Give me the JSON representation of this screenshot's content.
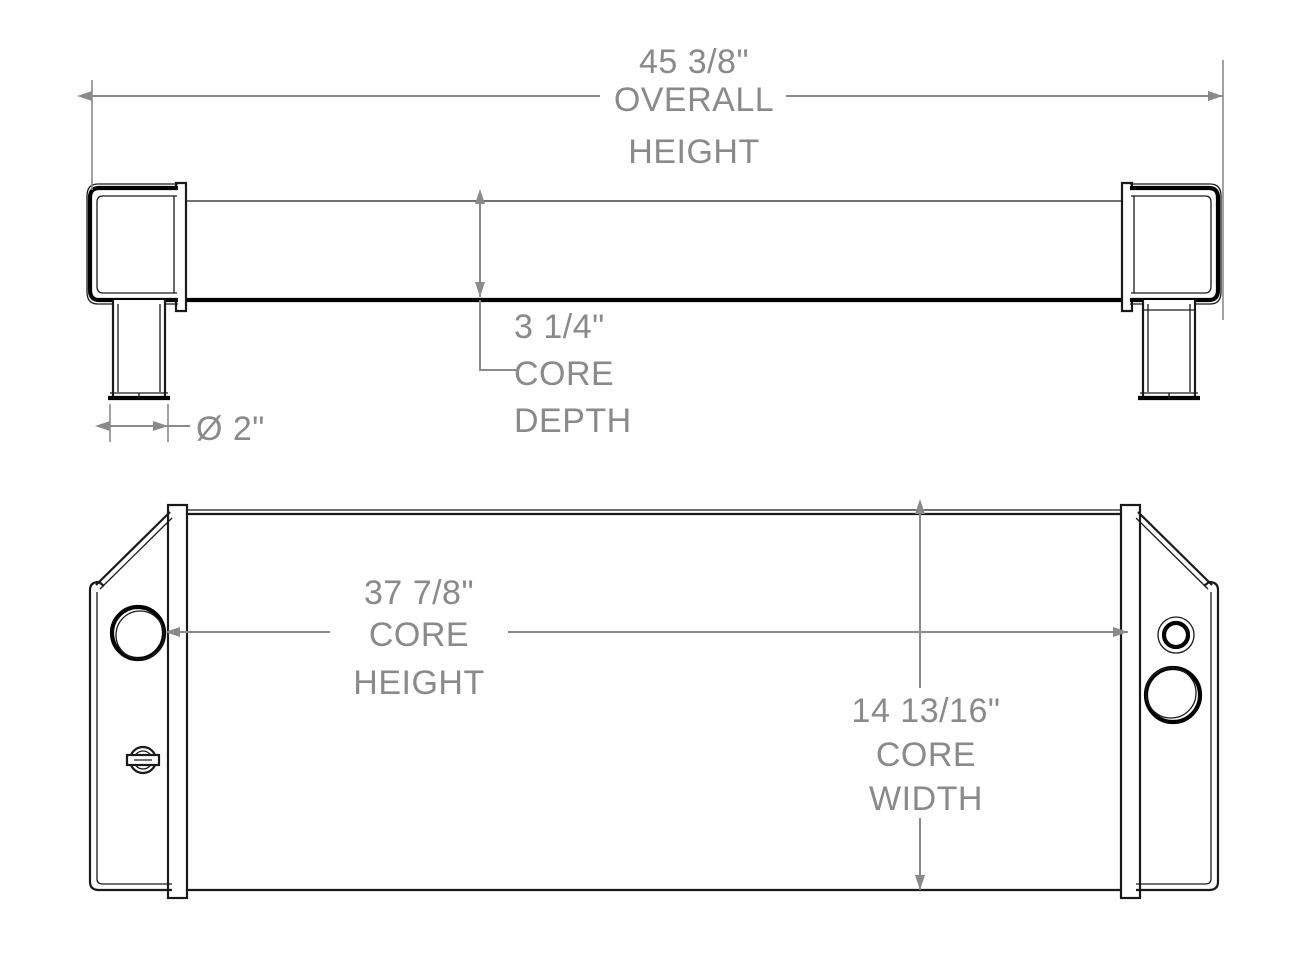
{
  "drawing": {
    "type": "engineering-dimension-drawing",
    "subject": "charge air cooler / intercooler",
    "views": [
      {
        "name": "top-view",
        "description": "end view showing core depth and inlet/outlet tubes"
      },
      {
        "name": "front-view",
        "description": "face view showing core height and core width"
      }
    ],
    "background_color": "#ffffff",
    "line_color": "#1a1a1a",
    "dimension_color": "#8a8a8a"
  },
  "dimensions": {
    "overall_height": {
      "value": "45 3/8\"",
      "label_line1": "OVERALL",
      "label_line2": "HEIGHT"
    },
    "core_depth": {
      "value": "3 1/4\"",
      "label_line1": "CORE",
      "label_line2": "DEPTH"
    },
    "tube_diameter": {
      "value": "Ø 2\""
    },
    "core_height": {
      "value": "37 7/8\"",
      "label_line1": "CORE",
      "label_line2": "HEIGHT"
    },
    "core_width": {
      "value": "14 13/16\"",
      "label_line1": "CORE",
      "label_line2": "WIDTH"
    }
  },
  "features": {
    "left_tank_top": "square-end-tank",
    "right_tank_top": "square-end-tank",
    "left_tube": "round-connection-tube",
    "right_tube": "round-connection-tube",
    "left_tank_port": "large-circular-port",
    "left_tank_plug": "drain-plug",
    "right_tank_small_port": "small-circular-port",
    "right_tank_large_port": "large-circular-port"
  }
}
